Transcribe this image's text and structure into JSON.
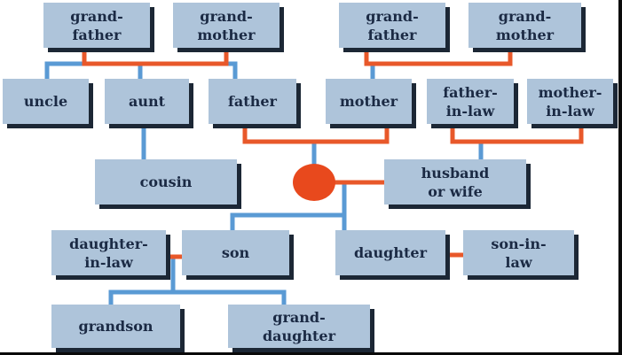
{
  "colors": {
    "box_fill": "#aec4da",
    "box_shadow": "#1c2735",
    "text": "#1b2a44",
    "blood_line": "#5a9ad4",
    "marriage_line": "#e8582a",
    "self_marker": "#e8491d"
  },
  "people": {
    "paternal_grandfather": "grand-\nfather",
    "paternal_grandmother": "grand-\nmother",
    "maternal_grandfather": "grand-\nfather",
    "maternal_grandmother": "grand-\nmother",
    "uncle": "uncle",
    "aunt": "aunt",
    "father": "father",
    "mother": "mother",
    "father_in_law": "father-\nin-law",
    "mother_in_law": "mother-\nin-law",
    "cousin": "cousin",
    "husband_or_wife": "husband\nor wife",
    "daughter_in_law": "daughter-\nin-law",
    "son": "son",
    "daughter": "daughter",
    "son_in_law": "son-in-\nlaw",
    "grandson": "grandson",
    "granddaughter": "grand-\ndaughter"
  }
}
